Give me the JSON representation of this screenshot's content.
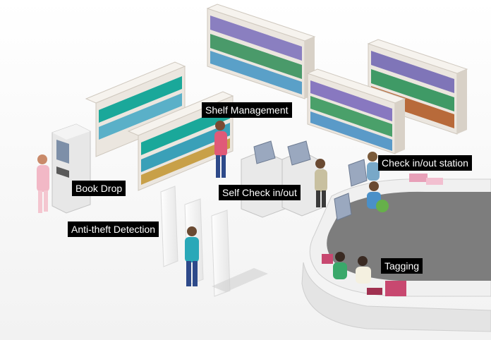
{
  "callouts": {
    "shelf_management": "Shelf Management",
    "book_drop": "Book Drop",
    "self_check": "Self Check in/out",
    "check_station": "Check in/out station",
    "anti_theft": "Anti-theft Detection",
    "tagging": "Tagging"
  },
  "colors": {
    "callout_bg": "#000000",
    "callout_text": "#ffffff",
    "shelf_body": "#ebe6df",
    "floor": "#e9e9e9",
    "desk_top": "#7d7d7d",
    "book_pink": "#e8a0b8"
  },
  "icons": {
    "shelving": "bookshelf",
    "kiosk": "book-drop-kiosk",
    "gates": "security-gates",
    "terminals": "self-check-terminals",
    "desk": "circulation-desk",
    "people": "person-figures"
  }
}
